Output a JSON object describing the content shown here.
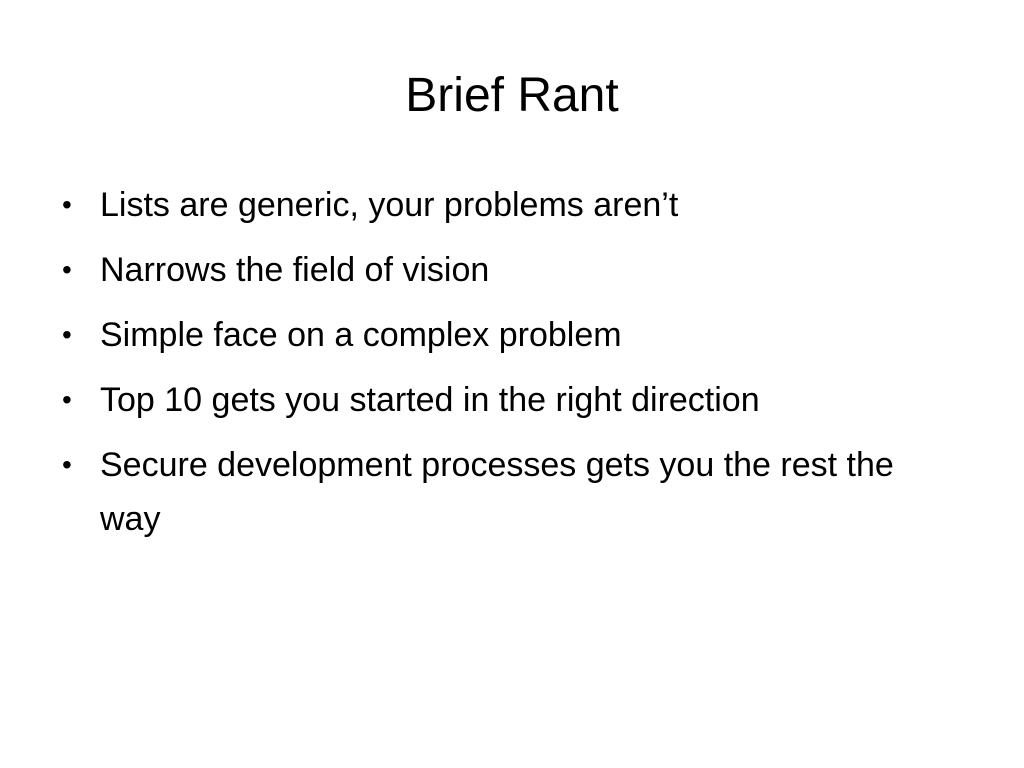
{
  "slide": {
    "title": "Brief Rant",
    "bullets": [
      {
        "text": "Lists are generic, your problems aren’t"
      },
      {
        "text": "Narrows the field of vision"
      },
      {
        "text": "Simple face on a complex problem"
      },
      {
        "text": "Top 10 gets you started in the right direction"
      },
      {
        "text": "Secure development processes gets you the rest the way"
      }
    ],
    "bullet_glyph": "•"
  }
}
